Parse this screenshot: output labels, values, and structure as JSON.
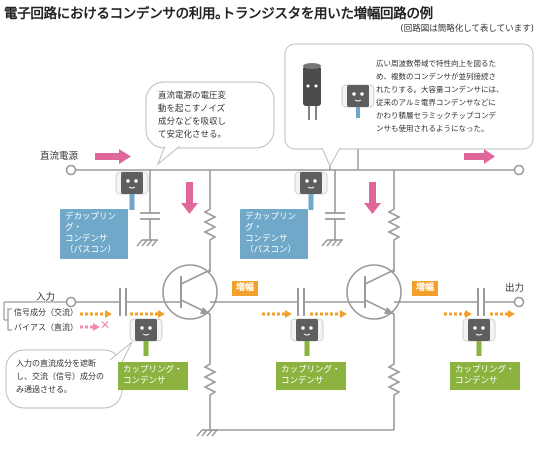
{
  "title": "電子回路におけるコンデンサの利用｡トランジスタを用いた増幅回路の例",
  "note": "(回路図は簡略化して表しています)",
  "labels": {
    "dc_power": "直流電源",
    "input": "入力",
    "output": "出力",
    "signal_component": "信号成分（交流）",
    "bias_component": "バイアス（直流）",
    "amp1": "増幅",
    "amp2": "増幅"
  },
  "boxes": {
    "decoupling1": {
      "line1": "デカップリング・",
      "line2": "コンデンサ",
      "line3": "（パスコン）"
    },
    "decoupling2": {
      "line1": "デカップリング・",
      "line2": "コンデンサ",
      "line3": "（パスコン）"
    },
    "coupling1": {
      "line1": "カップリング・",
      "line2": "コンデンサ"
    },
    "coupling2": {
      "line1": "カップリング・",
      "line2": "コンデンサ"
    },
    "coupling3": {
      "line1": "カップリング・",
      "line2": "コンデンサ"
    }
  },
  "bubbles": {
    "decoupling": {
      "l1": "直流電源の電圧変",
      "l2": "動を起こすノイズ",
      "l3": "成分などを吸収し",
      "l4": "て安定化させる。"
    },
    "parallel": {
      "l1": "広い周波数帯域で特性向上を図るた",
      "l2": "め、複数のコンデンサが並列接続さ",
      "l3": "れたりする。大容量コンデンサには、",
      "l4": "従来のアルミ電界コンデンサなどに",
      "l5": "かわり積層セラミックチップコンデ",
      "l6": "ンサも使用されるようになった。"
    },
    "coupling": {
      "l1": "入力の直流成分を遮断",
      "l2": "し、交流（信号）成分の",
      "l3": "み通過させる。"
    }
  },
  "colors": {
    "wire": "#9a9a9a",
    "pink_arrow": "#e0679a",
    "orange": "#f1a12b",
    "blue_box": "#6fa8c8",
    "green_box": "#8cb340",
    "cap_character": "#5a5a5a",
    "green_character": "#8cb340",
    "blue_character": "#6fa8c8"
  },
  "icons": [
    "mlcc-character-icon",
    "electrolytic-capacitor-character-icon",
    "transistor-symbol",
    "resistor-symbol",
    "capacitor-symbol",
    "ground-symbol",
    "terminal-circle-icon"
  ]
}
